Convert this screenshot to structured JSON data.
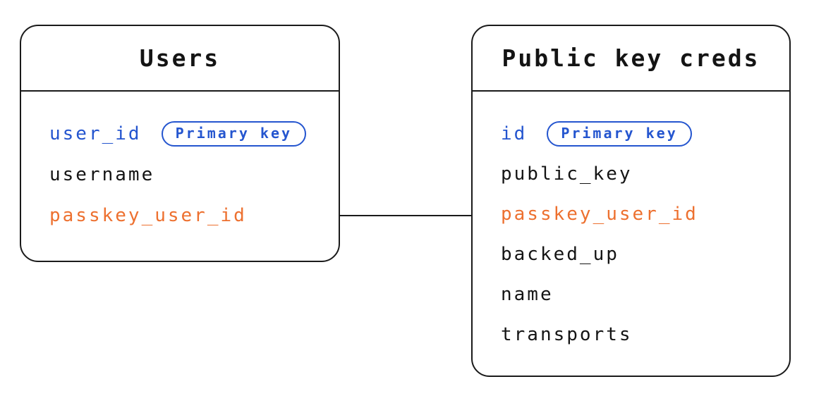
{
  "diagram": {
    "type": "entity-relationship",
    "colors": {
      "primary_key_blue": "#2455cf",
      "foreign_key_orange": "#ed702f",
      "line_black": "#1a1a1a",
      "background": "#ffffff"
    },
    "relation": {
      "from_table": "Users",
      "from_field": "passkey_user_id",
      "to_table": "Public key creds",
      "to_field": "passkey_user_id"
    },
    "tables": {
      "users": {
        "title": "Users",
        "fields": {
          "0": {
            "label": "user_id",
            "badge": "Primary key"
          },
          "1": {
            "label": "username"
          },
          "2": {
            "label": "passkey_user_id"
          }
        }
      },
      "creds": {
        "title": "Public key creds",
        "fields": {
          "0": {
            "label": "id",
            "badge": "Primary key"
          },
          "1": {
            "label": "public_key"
          },
          "2": {
            "label": "passkey_user_id"
          },
          "3": {
            "label": "backed_up"
          },
          "4": {
            "label": "name"
          },
          "5": {
            "label": "transports"
          }
        }
      }
    }
  }
}
